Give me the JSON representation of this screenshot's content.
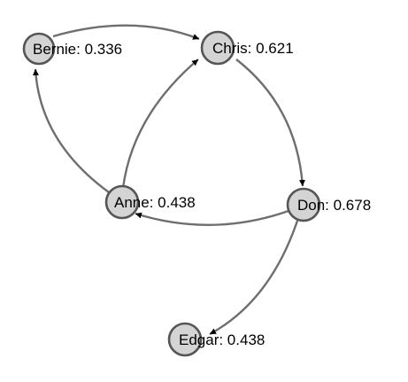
{
  "graph": {
    "nodes": [
      {
        "id": "bernie",
        "label": "Bernie: 0.336"
      },
      {
        "id": "chris",
        "label": "Chris: 0.621"
      },
      {
        "id": "anne",
        "label": "Anne: 0.438"
      },
      {
        "id": "don",
        "label": "Don: 0.678"
      },
      {
        "id": "edgar",
        "label": "Edgar: 0.438"
      }
    ],
    "edges": [
      {
        "from": "bernie",
        "to": "chris"
      },
      {
        "from": "anne",
        "to": "bernie"
      },
      {
        "from": "anne",
        "to": "chris"
      },
      {
        "from": "chris",
        "to": "don"
      },
      {
        "from": "don",
        "to": "anne"
      },
      {
        "from": "don",
        "to": "edgar"
      }
    ],
    "colors": {
      "node_fill": "#d4d4d4",
      "node_stroke": "#555555",
      "edge": "#6e6e6e",
      "arrow": "#000000"
    }
  }
}
